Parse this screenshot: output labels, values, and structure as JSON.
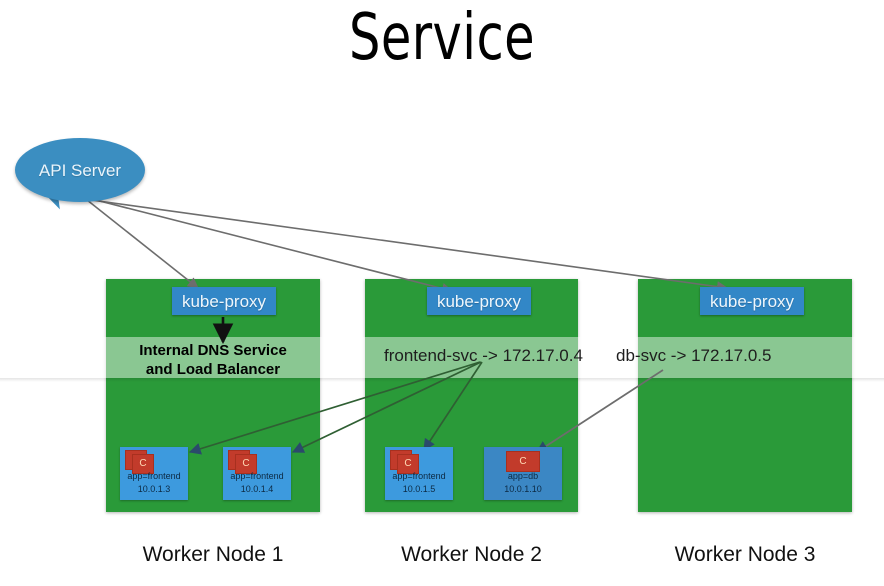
{
  "title": "Service",
  "api_server": {
    "label": "API Server",
    "color": "#3b8ec1"
  },
  "nodes": [
    {
      "id": "node1",
      "caption": "Worker Node 1",
      "kube_proxy_label": "kube-proxy",
      "band_line1": "Internal DNS Service",
      "band_line2": "and Load Balancer",
      "color": "#2a9a39",
      "pods": [
        {
          "container_letter": "C",
          "name": "app=frontend",
          "ip": "10.0.1.3"
        },
        {
          "container_letter": "C",
          "name": "app=frontend",
          "ip": "10.0.1.4"
        }
      ]
    },
    {
      "id": "node2",
      "caption": "Worker Node 2",
      "kube_proxy_label": "kube-proxy",
      "band_text": "frontend-svc -> 172.17.0.4",
      "color": "#2a9a39",
      "pods": [
        {
          "container_letter": "C",
          "name": "app=frontend",
          "ip": "10.0.1.5"
        },
        {
          "container_letter": "C",
          "name": "app=db",
          "ip": "10.0.1.10"
        }
      ]
    },
    {
      "id": "node3",
      "caption": "Worker Node 3",
      "kube_proxy_label": "kube-proxy",
      "band_text": "db-svc -> 172.17.0.5",
      "color": "#2a9a39",
      "pods": []
    }
  ],
  "colors": {
    "node_green": "#2a9a39",
    "kube_proxy_blue": "#3287c7",
    "pod_blue": "#3d9ade",
    "pod_blue_db": "#3b87c4",
    "container_red": "#c23b2b",
    "api_bubble_blue": "#3b8ec1",
    "arrow_gray": "#6d6d6d",
    "arrow_green": "#2f5f33",
    "arrow_black": "#111111"
  },
  "arrows": {
    "api_to_proxy_1": "API Server to kube-proxy on Worker Node 1",
    "api_to_proxy_2": "API Server to kube-proxy on Worker Node 2",
    "api_to_proxy_3": "API Server to kube-proxy on Worker Node 3",
    "proxy_to_dns": "kube-proxy down to Internal DNS Service and Load Balancer",
    "svc_to_pod_1": "frontend-svc to pod 10.0.1.3",
    "svc_to_pod_2": "frontend-svc to pod 10.0.1.4",
    "svc_to_pod_3": "frontend-svc to pod 10.0.1.5",
    "dbsvc_to_pod": "db-svc to pod 10.0.1.10"
  }
}
